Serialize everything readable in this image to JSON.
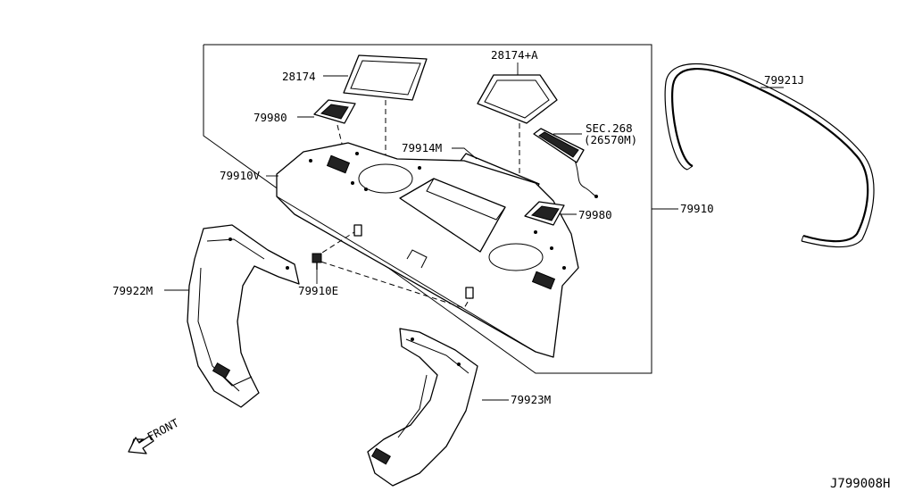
{
  "labels": {
    "p28174": "28174",
    "p28174a": "28174+A",
    "p79980_top": "79980",
    "p79914m": "79914M",
    "psec268": "SEC.268",
    "psec268_sub": "(26570M)",
    "p79910v": "79910V",
    "p79980_right": "79980",
    "p79910": "79910",
    "p79921j": "79921J",
    "p79922m": "79922M",
    "p79910e": "79910E",
    "p79923m": "79923M",
    "front": "FRONT",
    "diagram_id": "J799008H"
  }
}
